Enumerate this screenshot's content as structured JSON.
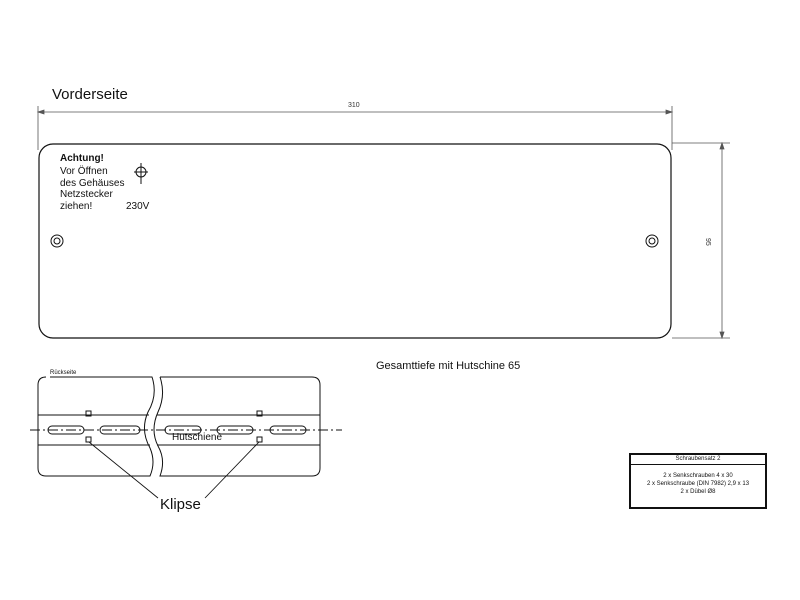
{
  "front": {
    "title": "Vorderseite",
    "dimension_width": "310",
    "dimension_height": "95",
    "warning": {
      "heading": "Achtung!",
      "lines": [
        "Vor Öffnen",
        "des Gehäuses",
        "Netzstecker",
        "ziehen!"
      ],
      "voltage": "230V"
    }
  },
  "back": {
    "title": "Rückseite",
    "rail_label": "Hutschiene",
    "clip_label": "Klipse"
  },
  "total_depth_note": "Gesamttiefe mit Hutschine 65",
  "screw_kit": {
    "title": "Schraubensatz 2",
    "items": [
      "2 x  Senkschrauben 4 x 30",
      "2 x Senkschraube (DIN 7982) 2,9 x 13",
      "2 x Dübel Ø8"
    ]
  },
  "icons": {
    "ground_symbol": "circle-cross-icon",
    "mounting_holes": "mounting-hole-icon"
  }
}
